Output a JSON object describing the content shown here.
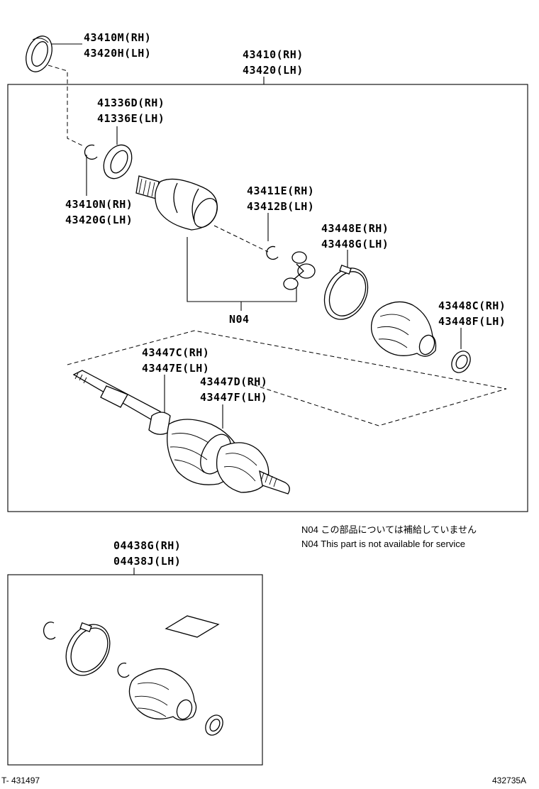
{
  "labels": {
    "seal_rh": "43410M(RH)",
    "seal_lh": "43420H(LH)",
    "assembly_rh": "43410(RH)",
    "assembly_lh": "43420(LH)",
    "bearing_rh": "41336D(RH)",
    "bearing_lh": "41336E(LH)",
    "snapring_rh": "43410N(RH)",
    "snapring_lh": "43420G(LH)",
    "clip_rh": "43411E(RH)",
    "clip_lh": "43412B(LH)",
    "band_rh": "43448E(RH)",
    "band_lh": "43448G(LH)",
    "boot_clamp_rh": "43448C(RH)",
    "boot_clamp_lh": "43448F(LH)",
    "n04": "N04",
    "outer_clamp_rh": "43447C(RH)",
    "outer_clamp_lh": "43447E(LH)",
    "outer_band_rh": "43447D(RH)",
    "outer_band_lh": "43447F(LH)",
    "kit_rh": "04438G(RH)",
    "kit_lh": "04438J(LH)"
  },
  "notes": {
    "jp": "N04  この部品については補給していません",
    "en": "N04  This part is not available for service"
  },
  "footer": {
    "left": "T- 431497",
    "right": "432735A"
  }
}
